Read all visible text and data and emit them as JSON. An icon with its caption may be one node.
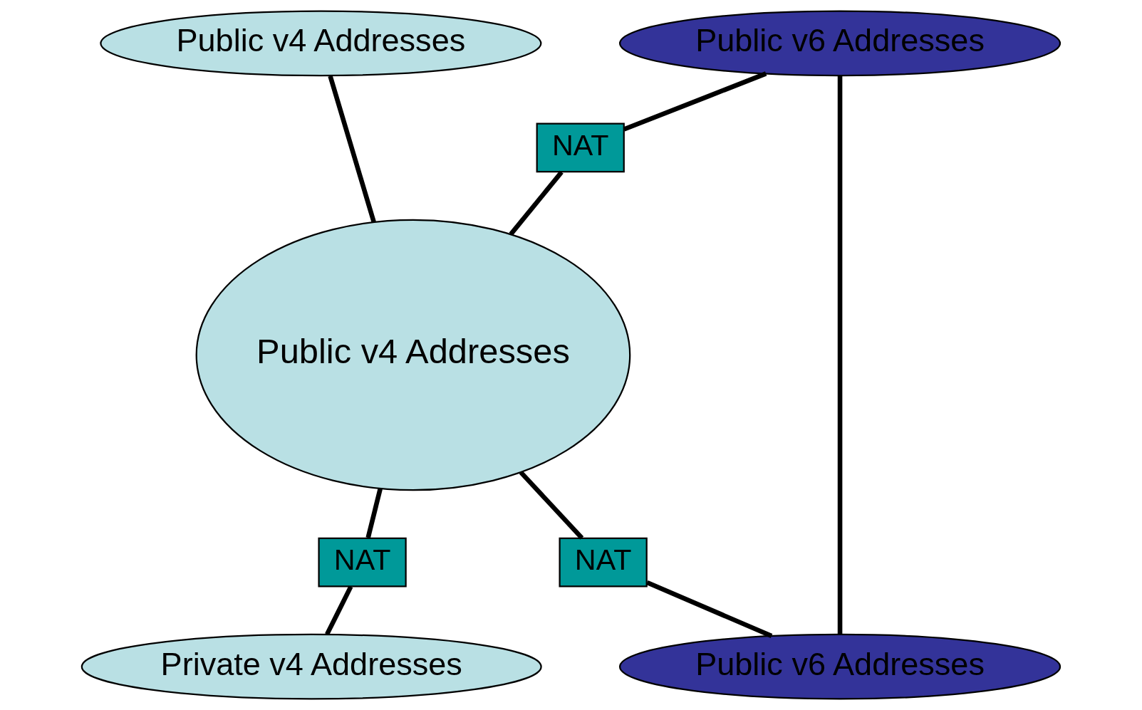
{
  "diagram": {
    "nodes": [
      {
        "text": [
          "Public v4 Addresses"
        ]
      },
      {
        "text": [
          "Public v6 Addresses"
        ]
      },
      {
        "text": [
          "NAT"
        ]
      },
      {
        "text": [
          "Public v4 Addresses"
        ]
      },
      {
        "text": [
          "NAT"
        ]
      },
      {
        "text": [
          "NAT"
        ]
      },
      {
        "text": [
          "Private v4 Addresses"
        ]
      },
      {
        "text": [
          "Public v6 Addresses"
        ]
      }
    ],
    "edges": [
      {
        "from": 0,
        "to": 3,
        "arrow": "none"
      },
      {
        "from": 1,
        "to": 2,
        "arrow": "none"
      },
      {
        "from": 2,
        "to": 3,
        "arrow": "none"
      },
      {
        "from": 1,
        "to": 7,
        "arrow": "none"
      },
      {
        "from": 3,
        "to": 4,
        "arrow": "none"
      },
      {
        "from": 4,
        "to": 6,
        "arrow": "none"
      },
      {
        "from": 3,
        "to": 5,
        "arrow": "none"
      },
      {
        "from": 5,
        "to": 7,
        "arrow": "none"
      }
    ]
  }
}
